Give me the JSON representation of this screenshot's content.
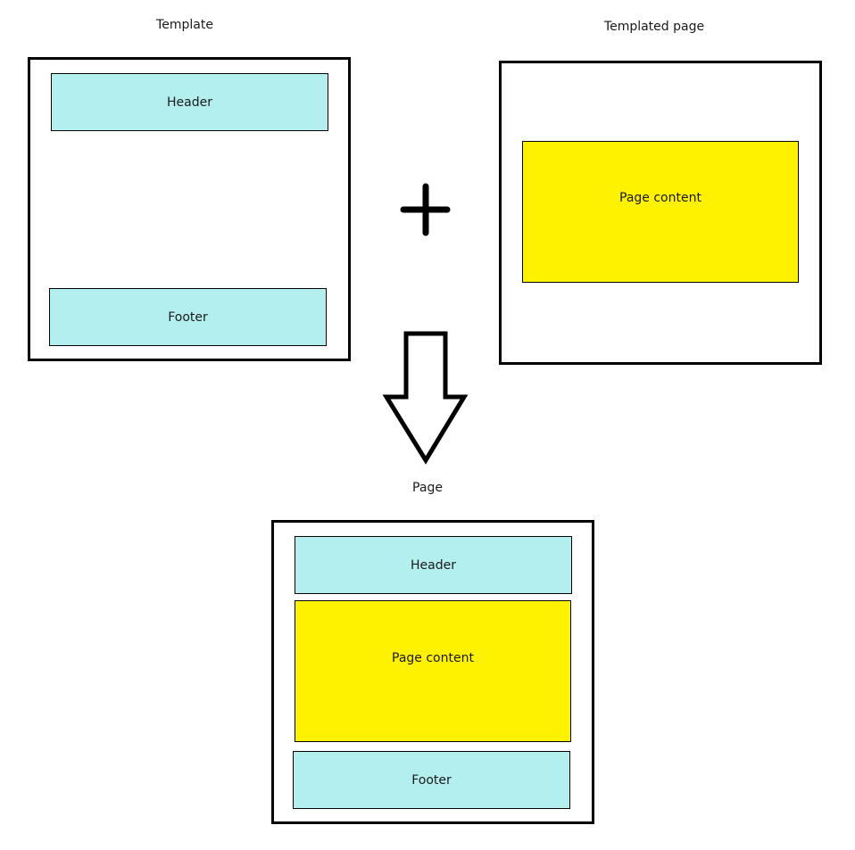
{
  "diagram": {
    "template": {
      "title": "Template",
      "header_label": "Header",
      "footer_label": "Footer"
    },
    "templated_page": {
      "title": "Templated page",
      "content_label": "Page content"
    },
    "operator": "plus",
    "result": {
      "title": "Page",
      "header_label": "Header",
      "content_label": "Page content",
      "footer_label": "Footer"
    },
    "colors": {
      "header_footer_fill": "#b4eff0",
      "content_fill": "#fff200",
      "stroke": "#000000"
    }
  }
}
